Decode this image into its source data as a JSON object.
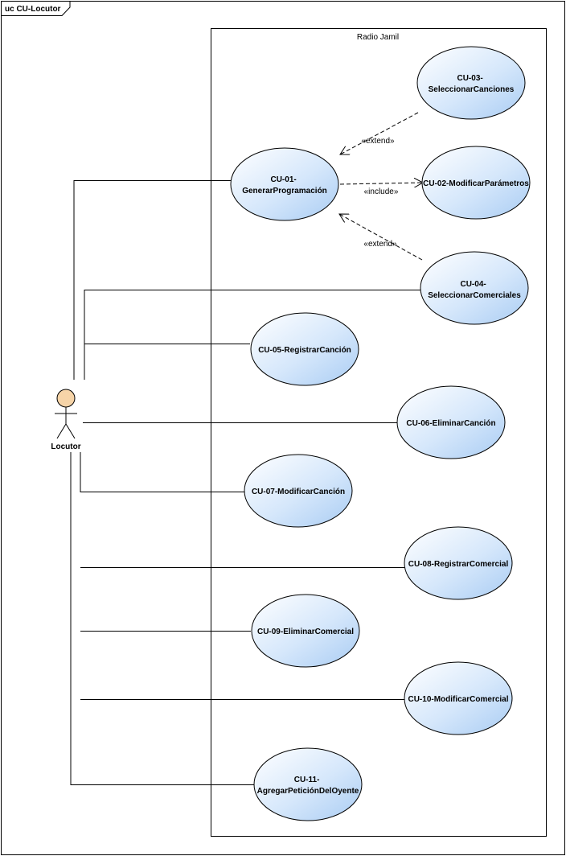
{
  "frame": {
    "label": "uc CU-Locutor"
  },
  "system": {
    "name": "Radio Jamil"
  },
  "actor": {
    "name": "Locutor"
  },
  "use_cases": [
    {
      "id": "cu01",
      "lines": [
        "CU-01-",
        "GenerarProgramación"
      ]
    },
    {
      "id": "cu02",
      "lines": [
        "CU-02-ModificarParámetros"
      ]
    },
    {
      "id": "cu03",
      "lines": [
        "CU-03-",
        "SeleccionarCanciones"
      ]
    },
    {
      "id": "cu04",
      "lines": [
        "CU-04-",
        "SeleccionarComerciales"
      ]
    },
    {
      "id": "cu05",
      "lines": [
        "CU-05-RegistrarCanción"
      ]
    },
    {
      "id": "cu06",
      "lines": [
        "CU-06-EliminarCanción"
      ]
    },
    {
      "id": "cu07",
      "lines": [
        "CU-07-ModificarCanción"
      ]
    },
    {
      "id": "cu08",
      "lines": [
        "CU-08-RegistrarComercial"
      ]
    },
    {
      "id": "cu09",
      "lines": [
        "CU-09-EliminarComercial"
      ]
    },
    {
      "id": "cu10",
      "lines": [
        "CU-10-ModificarComercial"
      ]
    },
    {
      "id": "cu11",
      "lines": [
        "CU-11-",
        "AgregarPeticiónDelOyente"
      ]
    }
  ],
  "relations": {
    "extend_label": "«extend»",
    "include_label": "«include»"
  },
  "colors": {
    "usecase_fill_top": "#ffffff",
    "usecase_fill_bottom": "#b6d5f7",
    "actor_fill": "#f6d4a8",
    "line": "#000000"
  }
}
